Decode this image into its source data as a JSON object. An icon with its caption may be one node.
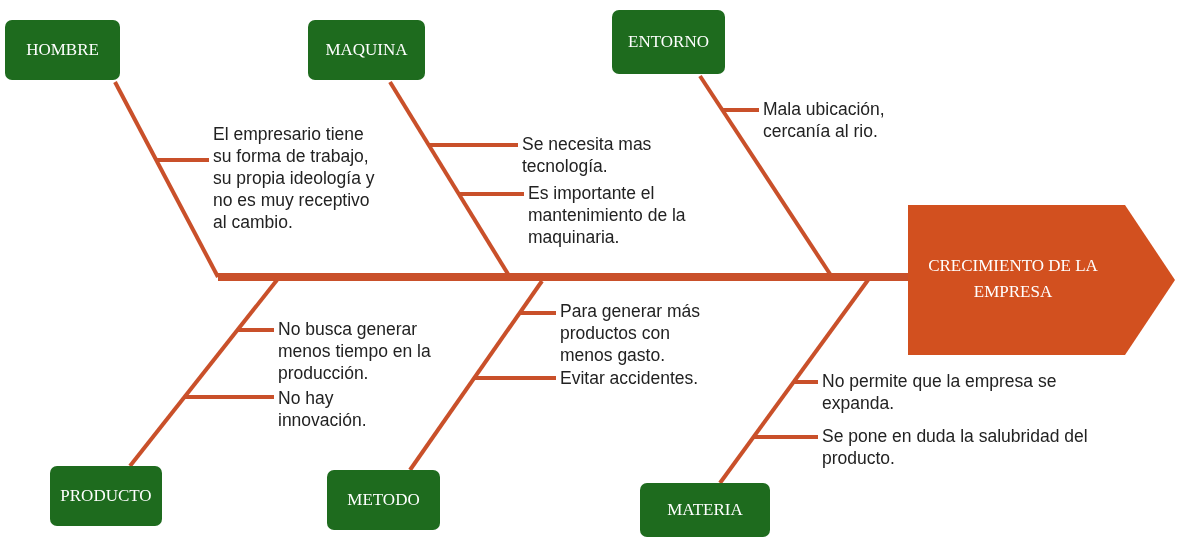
{
  "diagram": {
    "nodes": [
      {
        "text": [
          "HOMBRE"
        ]
      },
      {
        "text": [
          "MAQUINA"
        ]
      },
      {
        "text": [
          "ENTORNO"
        ]
      },
      {
        "text": [
          "CRECIMIENTO DE LA EMPRESA"
        ]
      },
      {
        "text": [
          "PRODUCTO"
        ]
      },
      {
        "text": [
          "METODO"
        ]
      },
      {
        "text": [
          "MATERIA"
        ]
      },
      {
        "text": [
          "El empresario tiene su forma de trabajo, su propia ideología y no es muy receptivo al cambio."
        ]
      },
      {
        "text": [
          "Se necesita mas tecnología."
        ]
      },
      {
        "text": [
          "Es importante el mantenimiento de la maquinaria."
        ]
      },
      {
        "text": [
          "Mala ubicación, cercanía al rio."
        ]
      },
      {
        "text": [
          "No busca generar menos tiempo en la producción."
        ]
      },
      {
        "text": [
          "No hay innovación."
        ]
      },
      {
        "text": [
          "Para generar más productos con menos gasto."
        ]
      },
      {
        "text": [
          "Evitar accidentes."
        ]
      },
      {
        "text": [
          "No permite que la empresa se expanda."
        ]
      },
      {
        "text": [
          "Se pone en duda la salubridad del producto."
        ]
      }
    ],
    "edges": [
      {
        "from": null,
        "to": 3,
        "arrow": "none",
        "style": "thick"
      },
      {
        "from": 0,
        "to": null,
        "arrow": "none"
      },
      {
        "from": 1,
        "to": null,
        "arrow": "none"
      },
      {
        "from": 2,
        "to": null,
        "arrow": "none"
      },
      {
        "from": 4,
        "to": null,
        "arrow": "none"
      },
      {
        "from": 5,
        "to": null,
        "arrow": "none"
      },
      {
        "from": 6,
        "to": null,
        "arrow": "none"
      },
      {
        "from": 7,
        "to": null,
        "arrow": "none"
      },
      {
        "from": 8,
        "to": null,
        "arrow": "none"
      },
      {
        "from": 9,
        "to": null,
        "arrow": "none"
      },
      {
        "from": 10,
        "to": null,
        "arrow": "none"
      },
      {
        "from": 11,
        "to": null,
        "arrow": "none"
      },
      {
        "from": 12,
        "to": null,
        "arrow": "none"
      },
      {
        "from": 13,
        "to": null,
        "arrow": "none"
      },
      {
        "from": 14,
        "to": null,
        "arrow": "none"
      },
      {
        "from": 15,
        "to": null,
        "arrow": "none"
      },
      {
        "from": 16,
        "to": null,
        "arrow": "none"
      }
    ]
  }
}
